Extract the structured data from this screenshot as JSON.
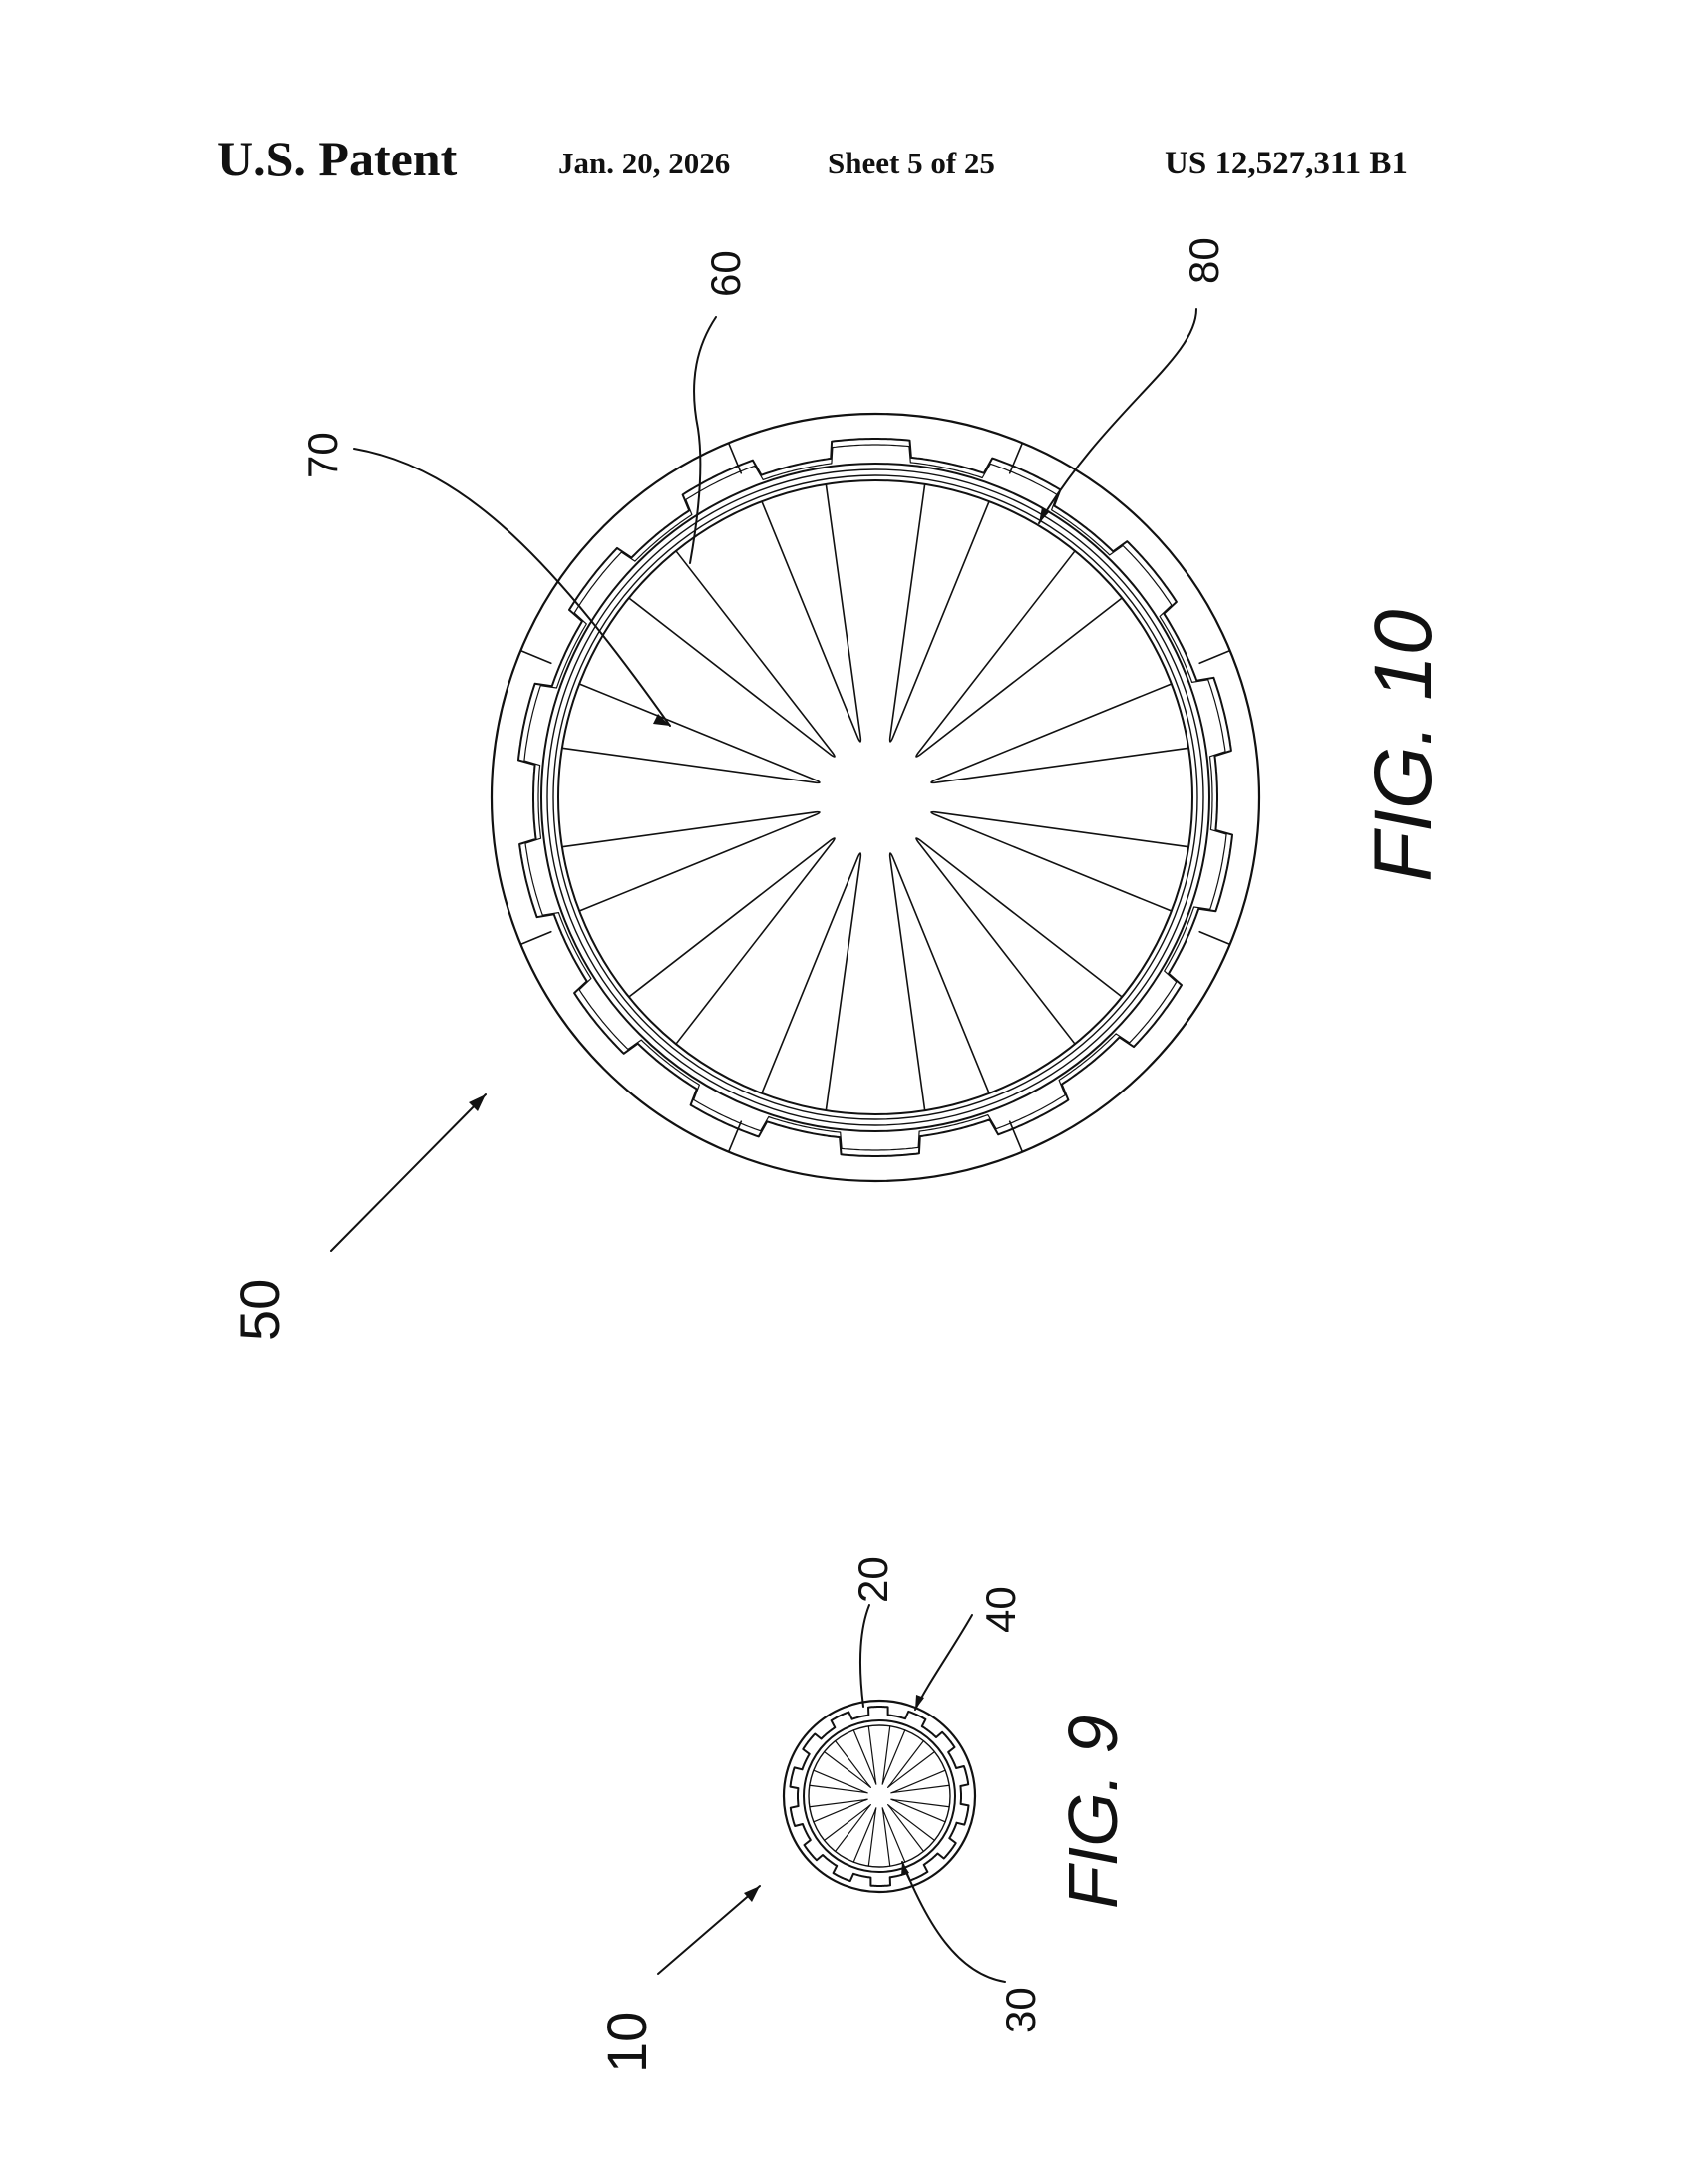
{
  "header": {
    "title": "U.S. Patent",
    "date": "Jan. 20, 2026",
    "sheet": "Sheet 5 of 25",
    "patent_number": "US 12,527,311 B1"
  },
  "figures": [
    {
      "caption": "FIG. 10",
      "references": [
        {
          "label": "50",
          "target": "assembly"
        },
        {
          "label": "60",
          "target": "ring"
        },
        {
          "label": "70",
          "target": "spoke-disc"
        },
        {
          "label": "80",
          "target": "outer-band"
        }
      ],
      "spoke_count": 12,
      "outer_segment_count": 8,
      "lug_count": 14
    },
    {
      "caption": "FIG. 9",
      "references": [
        {
          "label": "10",
          "target": "assembly"
        },
        {
          "label": "20",
          "target": "ring"
        },
        {
          "label": "30",
          "target": "spoke-disc"
        },
        {
          "label": "40",
          "target": "outer-band"
        }
      ],
      "spoke_count": 12,
      "lug_count": 14
    }
  ]
}
